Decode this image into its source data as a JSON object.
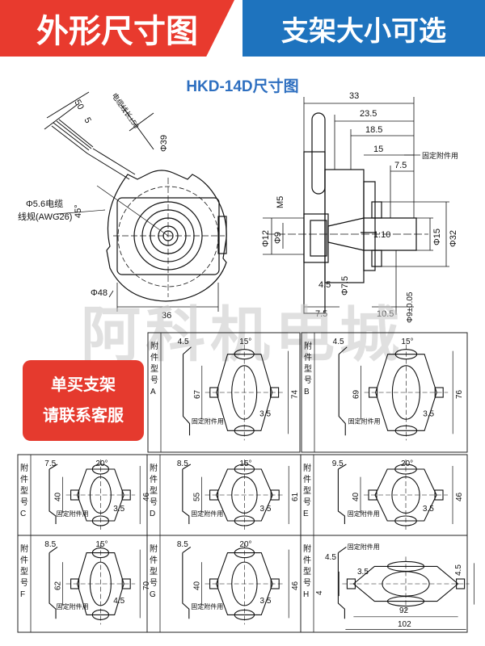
{
  "header": {
    "left": "外形尺寸图",
    "right": "支架大小可选"
  },
  "title": "HKD-14D尺寸图",
  "watermark": "阿科机电城",
  "badge": {
    "line1": "单买支架",
    "line2": "请联系客服"
  },
  "main": {
    "dims": {
      "d50": "50",
      "d5": "5",
      "cable_len": "电缆线长±50",
      "d39": "Φ39",
      "deg45": "45°",
      "cable_spec1": "Φ5.6电缆",
      "cable_spec2": "线规(AWG26)",
      "d48": "Φ48",
      "d36": "36",
      "d33": "33",
      "d23_5": "23.5",
      "d18_5": "18.5",
      "d15": "15",
      "fix": "固定附件用",
      "d7_5a": "7.5",
      "m5": "M5",
      "d12": "Φ12",
      "d9": "Φ9",
      "taper": "1:10",
      "d15b": "Φ15",
      "d32": "Φ32",
      "d4_5": "4.5",
      "d7_5b": "Φ7.5",
      "d7_5c": "7.5",
      "d10_5": "10.5",
      "d9tol": "Φ9±0.05"
    }
  },
  "panels": [
    {
      "id": "A",
      "label": "附件型号A",
      "dims": [
        "4.5",
        "15°",
        "67",
        "74",
        "3.5"
      ],
      "fix": "固定附件用"
    },
    {
      "id": "B",
      "label": "附件型号B",
      "dims": [
        "4.5",
        "15°",
        "69",
        "76",
        "3.5"
      ],
      "fix": "固定附件用"
    },
    {
      "id": "C",
      "label": "附件型号C",
      "dims": [
        "7.5",
        "20°",
        "40",
        "46",
        "3.5"
      ],
      "fix": "固定附件用"
    },
    {
      "id": "D",
      "label": "附件型号D",
      "dims": [
        "8.5",
        "15°",
        "55",
        "61",
        "3.5"
      ],
      "fix": "固定附件用"
    },
    {
      "id": "E",
      "label": "附件型号E",
      "dims": [
        "9.5",
        "20°",
        "40",
        "46",
        "3.5"
      ],
      "fix": "固定附件用"
    },
    {
      "id": "F",
      "label": "附件型号F",
      "dims": [
        "8.5",
        "15°",
        "62",
        "70",
        "4.5"
      ],
      "fix": "固定附件用"
    },
    {
      "id": "G",
      "label": "附件型号G",
      "dims": [
        "8.5",
        "20°",
        "40",
        "46",
        "3.5"
      ],
      "fix": "固定附件用"
    },
    {
      "id": "H",
      "label": "附件型号H",
      "dims": [
        "4.5",
        "3.5",
        "4",
        "92",
        "102",
        "4.5"
      ],
      "fix": "固定附件用"
    }
  ]
}
